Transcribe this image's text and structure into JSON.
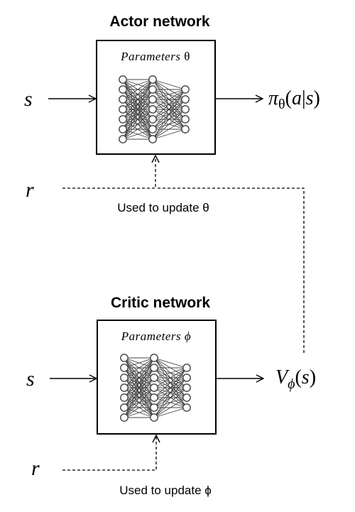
{
  "actor": {
    "title": "Actor network",
    "param_label": "Parameters",
    "param_symbol": "θ",
    "input_state": "s",
    "output": {
      "pi": "π",
      "sub": "θ",
      "open": "(",
      "a": "a",
      "bar": "|",
      "s": "s",
      "close": ")"
    },
    "reward": "r",
    "update_caption": "Used to update θ"
  },
  "critic": {
    "title": "Critic network",
    "param_label": "Parameters",
    "param_symbol": "ϕ",
    "input_state": "s",
    "output": {
      "V": "V",
      "sub": "ϕ",
      "open": "(",
      "s": "s",
      "close": ")"
    },
    "reward": "r",
    "update_caption": "Used to update ϕ"
  }
}
